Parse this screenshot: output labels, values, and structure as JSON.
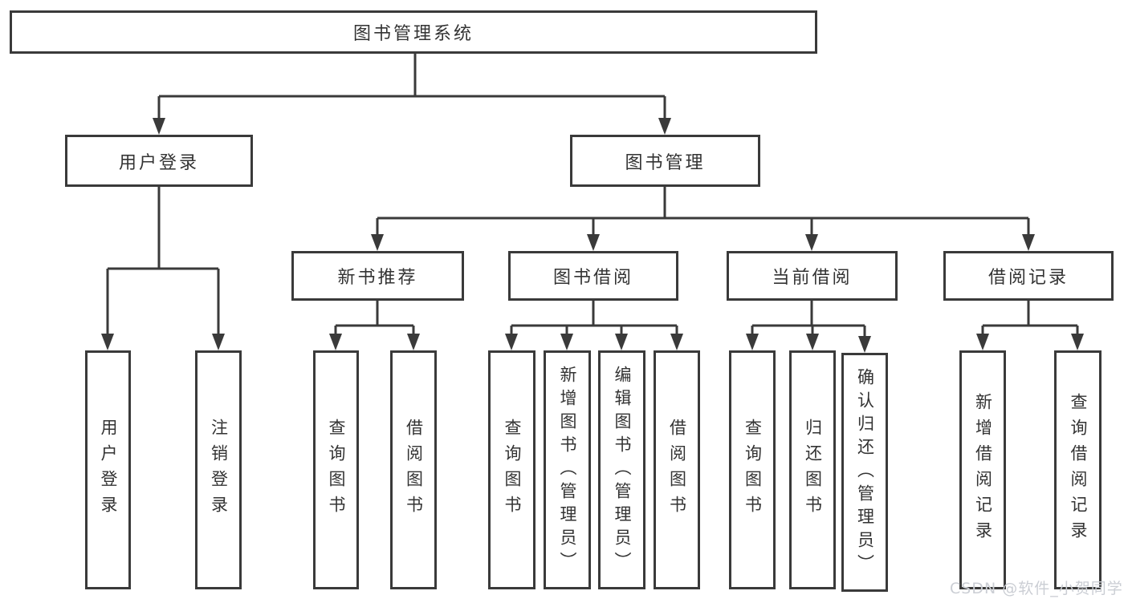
{
  "diagram": {
    "root": {
      "label": "图书管理系统"
    },
    "level2": {
      "user_login": {
        "label": "用户登录"
      },
      "book_management": {
        "label": "图书管理"
      }
    },
    "level3": {
      "new_book_recommend": {
        "label": "新书推荐"
      },
      "book_borrowing": {
        "label": "图书借阅"
      },
      "current_borrowing": {
        "label": "当前借阅"
      },
      "borrowing_records": {
        "label": "借阅记录"
      }
    },
    "leaves": {
      "login_user_login": {
        "label": "用户登录"
      },
      "login_logout": {
        "label": "注销登录"
      },
      "recommend_query_books": {
        "label": "查询图书"
      },
      "recommend_borrow_books": {
        "label": "借阅图书"
      },
      "borrow_query_books": {
        "label": "查询图书"
      },
      "borrow_add_books_admin": {
        "label": "新增图书（管理员）"
      },
      "borrow_edit_books_admin": {
        "label": "编辑图书（管理员）"
      },
      "borrow_borrow_books": {
        "label": "借阅图书"
      },
      "current_query_books": {
        "label": "查询图书"
      },
      "current_return_books": {
        "label": "归还图书"
      },
      "current_confirm_return_admin": {
        "label": "确认归还（管理员）"
      },
      "records_add_record": {
        "label": "新增借阅记录"
      },
      "records_query_record": {
        "label": "查询借阅记录"
      }
    }
  },
  "watermark": {
    "text": "CSDN @软件_小贺同学"
  },
  "colors": {
    "line": "#3a3a3a",
    "text": "#333333",
    "watermark": "#cbced4"
  }
}
